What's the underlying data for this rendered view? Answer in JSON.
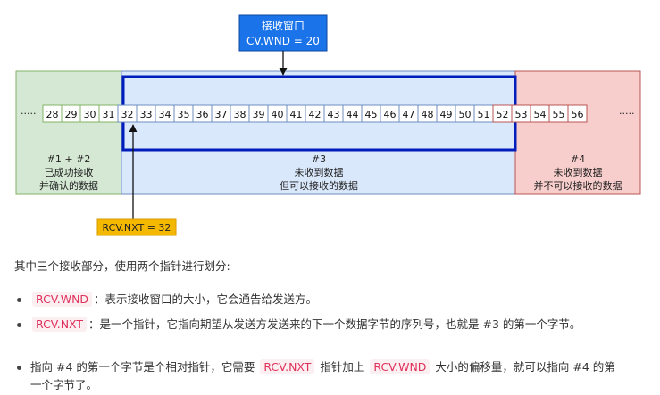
{
  "callout": {
    "line1": "接收窗口",
    "line2": "CV.WND = 20"
  },
  "pointer": {
    "label": "RCV.NXT = 32"
  },
  "ellipsis": "·····",
  "regions": [
    {
      "id": "r12",
      "lines": [
        "#1 + #2",
        "已成功接收",
        "并确认的数据"
      ],
      "bg": "#d5e8d4",
      "border": "#82b366"
    },
    {
      "id": "r3",
      "lines": [
        "#3",
        "未收到数据",
        "但可以接收的数据"
      ],
      "bg": "#dae8fc",
      "border": "#6c8ebf"
    },
    {
      "id": "r4",
      "lines": [
        "#4",
        "未收到数据",
        "并不可以接收的数据"
      ],
      "bg": "#f8cecc",
      "border": "#b85450"
    }
  ],
  "cells": {
    "received": [
      28,
      29,
      30,
      31
    ],
    "window": [
      32,
      33,
      34,
      35,
      36,
      37,
      38,
      39,
      40,
      41,
      42,
      43,
      44,
      45,
      46,
      47,
      48,
      49,
      50,
      51
    ],
    "beyond": [
      52,
      53,
      54,
      55,
      56
    ]
  },
  "colors": {
    "window_border": "#001dbc",
    "callout_bg": "#1a73e8",
    "pointer_bg": "#f5b800",
    "code": "#e0315b"
  },
  "text": {
    "intro": "其中三个接收部分，使用两个指针进行划分:",
    "bullet1_code": "RCV.WND",
    "bullet1_rest": "：表示接收窗口的大小，它会通告给发送方。",
    "bullet2_code": "RCV.NXT",
    "bullet2_rest": "：是一个指针，它指向期望从发送方发送来的下一个数据字节的序列号，也就是 #3 的第一个字节。",
    "bullet3_a": "指向 #4 的第一个字节是个相对指针，它需要",
    "bullet3_code1": "RCV.NXT",
    "bullet3_b": "指针加上",
    "bullet3_code2": "RCV.WND",
    "bullet3_c": "大小的偏移量，就可以指向 #4 的第一个字节了。"
  }
}
